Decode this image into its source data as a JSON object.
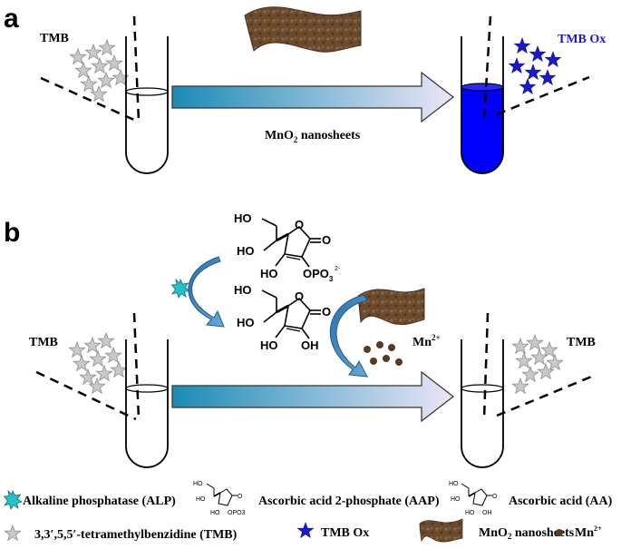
{
  "panel_a": {
    "letter": "a",
    "tmb_label": "TMB",
    "tmb_ox_label": "TMB Ox",
    "arrow_label_pre": "MnO",
    "arrow_label_sub": "2",
    "arrow_label_post": " nanosheets"
  },
  "panel_b": {
    "letter": "b",
    "tmb_left_label": "TMB",
    "tmb_right_label": "TMB",
    "mn_label": "Mn",
    "mn_sup": "2+",
    "aap_ho1": "HO",
    "aap_ho2": "HO",
    "aap_ho3": "HO",
    "aap_opo3": "OPO",
    "aap_opo3_sub": "3",
    "aap_opo3_sup": "2-",
    "aap_o": "O",
    "aa_ho1": "HO",
    "aa_ho2": "HO",
    "aa_ho3": "HO",
    "aa_oh": "OH",
    "aa_o": "O"
  },
  "legend": {
    "alp": "Alkaline phosphatase (ALP)",
    "aap": "Ascorbic acid 2-phosphate (AAP)",
    "aa": "Ascorbic acid (AA)",
    "tmb": "3,3′,5,5′-tetramethylbenzidine (TMB)",
    "tmb_ox": "TMB Ox",
    "mno2_pre": "MnO",
    "mno2_sub": "2",
    "mno2_post": " nanosheets",
    "mn_pre": "Mn",
    "mn_sup": "2+",
    "mini_ho": "HO",
    "mini_o": "O",
    "mini_opo3": "OPO3",
    "mini_oh": "OH"
  },
  "colors": {
    "tmb_ox_blue": "#1a1acc",
    "tube_blue": "#0000ff",
    "tmb_star_gray": "#bdbdbd",
    "arrow_teal": "#1b8bb5",
    "curve_arrow": "#2f7fb0",
    "mno2_brown": "#6b4a2e",
    "mn_dot": "#5a3a22",
    "alp_teal": "#23c1c8"
  }
}
